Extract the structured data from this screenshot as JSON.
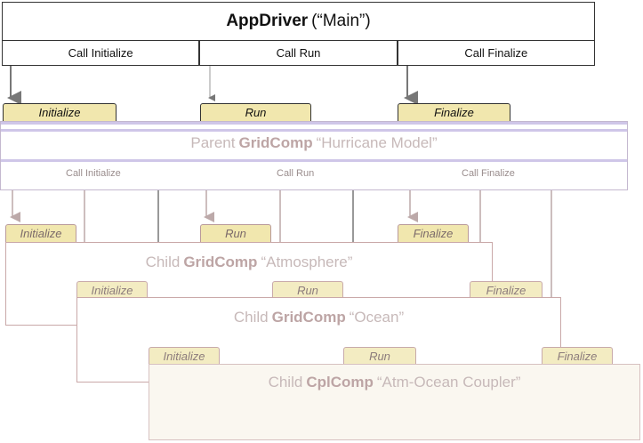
{
  "driver": {
    "name": "AppDriver",
    "label": "(“Main”)",
    "calls": [
      "Call Initialize",
      "Call Run",
      "Call Finalize"
    ]
  },
  "top_tabs": [
    "Initialize",
    "Run",
    "Finalize"
  ],
  "parent": {
    "prefix": "Parent",
    "type": "GridComp",
    "label": "“Hurricane Model”",
    "calls": [
      "Call Initialize",
      "Call Run",
      "Call Finalize"
    ]
  },
  "atmosphere": {
    "tabs": [
      "Initialize",
      "Run",
      "Finalize"
    ],
    "prefix": "Child",
    "type": "GridComp",
    "label": "“Atmosphere”"
  },
  "ocean": {
    "tabs": [
      "Initialize",
      "Run",
      "Finalize"
    ],
    "prefix": "Child",
    "type": "GridComp",
    "label": "“Ocean”"
  },
  "coupler": {
    "tabs": [
      "Initialize",
      "Run",
      "Finalize"
    ],
    "prefix": "Child",
    "type": "CplComp",
    "label": "“Atm-Ocean Coupler”"
  }
}
